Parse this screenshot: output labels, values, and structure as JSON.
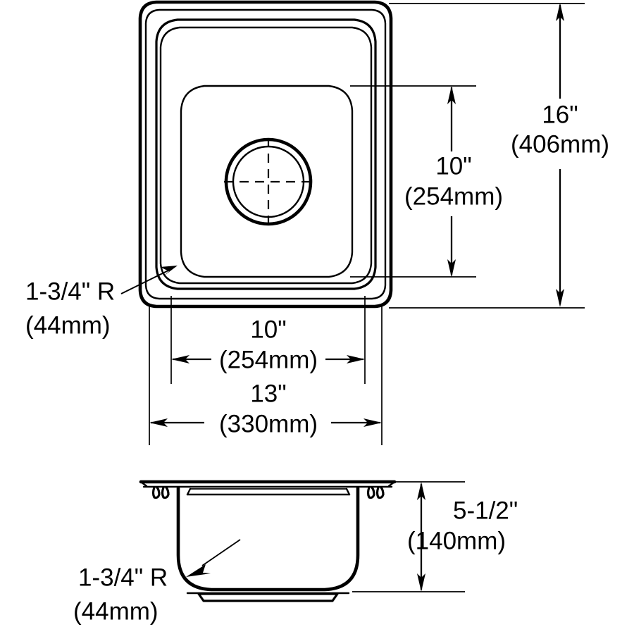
{
  "drawing": {
    "title": "Sink Dimensional Drawing",
    "background_color": "#ffffff",
    "line_color": "#000000",
    "views": {
      "top": {
        "name": "top-view",
        "label": ""
      },
      "section": {
        "name": "section-view",
        "label": ""
      }
    }
  },
  "dimensions": {
    "overall_height": {
      "id": "overall-height",
      "inches": "16\"",
      "metric": "(406mm)",
      "orientation": "vertical",
      "view": "top"
    },
    "bowl_height": {
      "id": "bowl-height",
      "inches": "10\"",
      "metric": "(254mm)",
      "orientation": "vertical",
      "view": "top"
    },
    "bowl_width": {
      "id": "bowl-width",
      "inches": "10\"",
      "metric": "(254mm)",
      "orientation": "horizontal",
      "view": "top"
    },
    "overall_width": {
      "id": "overall-width",
      "inches": "13\"",
      "metric": "(330mm)",
      "orientation": "horizontal",
      "view": "top"
    },
    "corner_radius_top": {
      "id": "corner-radius-top",
      "inches": "1-3/4\" R",
      "metric": "(44mm)",
      "orientation": "leader",
      "view": "top"
    },
    "bowl_depth": {
      "id": "bowl-depth",
      "inches": "5-1/2\"",
      "metric": "(140mm)",
      "orientation": "vertical",
      "view": "section"
    },
    "corner_radius_section": {
      "id": "corner-radius-section",
      "inches": "1-3/4\" R",
      "metric": "(44mm)",
      "orientation": "leader",
      "view": "section"
    }
  },
  "labels": {
    "overall_height_line1": "16\"",
    "overall_height_line2": "(406mm)",
    "bowl_height_line1": "10\"",
    "bowl_height_line2": "(254mm)",
    "bowl_width_line1": "10\"",
    "bowl_width_line2": "(254mm)",
    "overall_width_line1": "13\"",
    "overall_width_line2": "(330mm)",
    "radius_top_line1": "1-3/4\" R",
    "radius_top_line2": "(44mm)",
    "depth_line1": "5-1/2\"",
    "depth_line2": "(140mm)",
    "radius_section_line1": "1-3/4\" R",
    "radius_section_line2": "(44mm)"
  }
}
